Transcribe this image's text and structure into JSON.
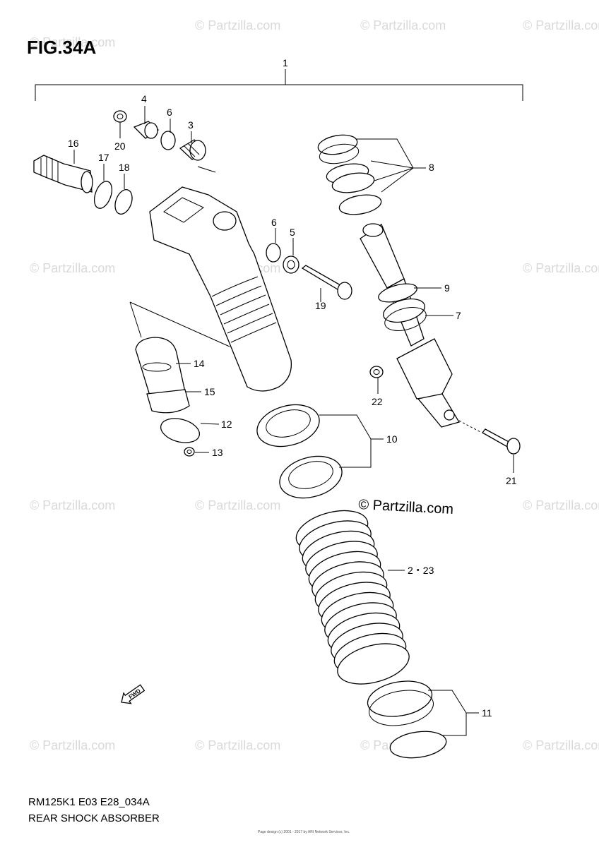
{
  "figure": {
    "title": "FIG.34A",
    "model_code": "RM125K1 E03 E28_034A",
    "caption": "REAR SHOCK ABSORBER",
    "fwd_label": "FWD",
    "copyright_tiny": "Page design (c) 2001 - 2017 by ARI Network Services, Inc."
  },
  "watermarks": {
    "small": "© Partzilla.com",
    "large": "© Partzilla.com"
  },
  "callouts": {
    "c1": "1",
    "c2_23": "2・23",
    "c3": "3",
    "c4": "4",
    "c5": "5",
    "c6a": "6",
    "c6b": "6",
    "c7": "7",
    "c8": "8",
    "c9": "9",
    "c10": "10",
    "c11": "11",
    "c12": "12",
    "c13": "13",
    "c14": "14",
    "c15": "15",
    "c16": "16",
    "c17": "17",
    "c18": "18",
    "c19": "19",
    "c20": "20",
    "c21": "21",
    "c22": "22"
  }
}
